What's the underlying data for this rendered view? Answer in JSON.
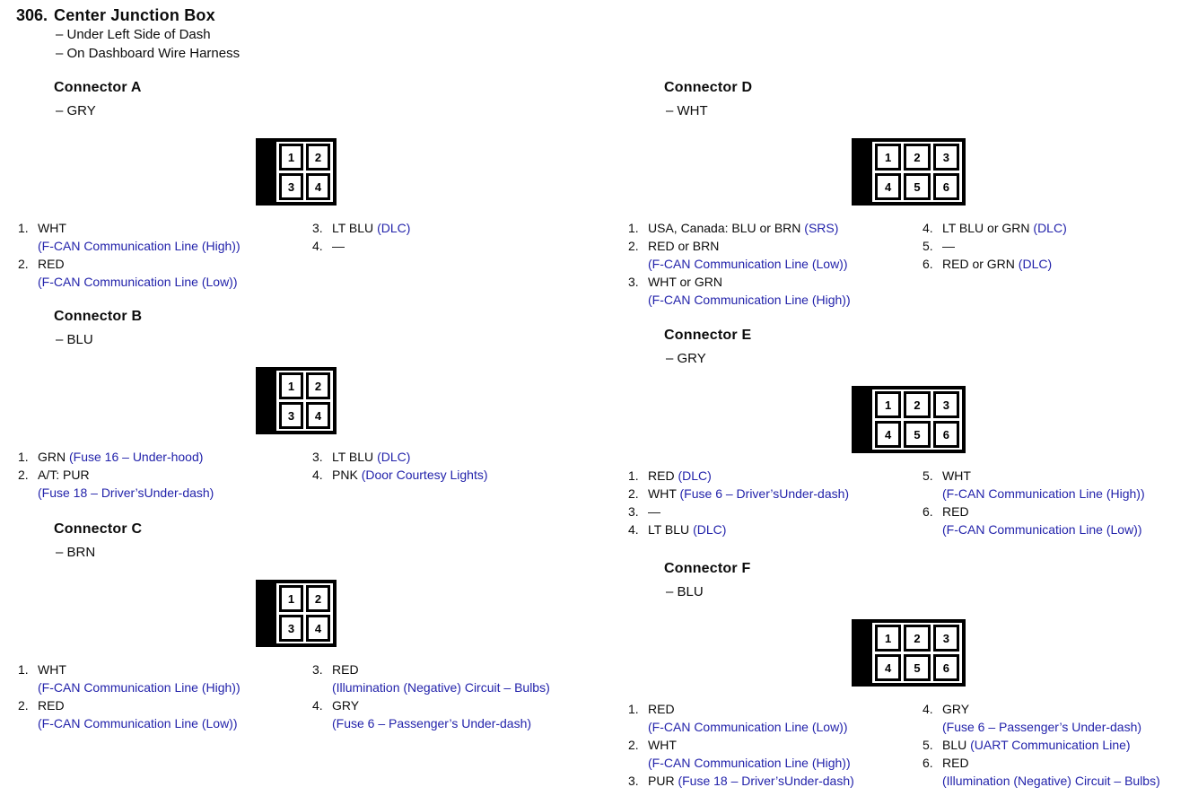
{
  "header": {
    "number": "306.",
    "title": "Center Junction Box",
    "subtitles": [
      "– Under Left Side of Dash",
      "– On Dashboard Wire Harness"
    ]
  },
  "colors": {
    "circuit_text_blue": "#2323ab",
    "body_text_black": "#0c0c0c",
    "page_background": "#ffffff"
  },
  "connectors": [
    {
      "id": "A",
      "column": "left",
      "title": "Connector A",
      "color_note": "– GRY",
      "grid": {
        "rows": [
          [
            "1",
            "2"
          ],
          [
            "3",
            "4"
          ]
        ]
      },
      "pin_columns": [
        [
          {
            "n": "1.",
            "parts": [
              [
                "WHT",
                "k"
              ]
            ],
            "sub": "(F-CAN Communication Line (High))"
          },
          {
            "n": "2.",
            "parts": [
              [
                "RED",
                "k"
              ]
            ],
            "sub": "(F-CAN Communication Line (Low))"
          }
        ],
        [
          {
            "n": "3.",
            "parts": [
              [
                "LT BLU ",
                "k"
              ],
              [
                "(DLC)",
                "b"
              ]
            ]
          },
          {
            "n": "4.",
            "parts": [
              [
                "—",
                "k"
              ]
            ]
          }
        ]
      ]
    },
    {
      "id": "B",
      "column": "left",
      "title": "Connector B",
      "color_note": "– BLU",
      "grid": {
        "rows": [
          [
            "1",
            "2"
          ],
          [
            "3",
            "4"
          ]
        ]
      },
      "pin_columns": [
        [
          {
            "n": "1.",
            "parts": [
              [
                "GRN ",
                "k"
              ],
              [
                "(Fuse 16 – Under-hood)",
                "b"
              ]
            ]
          },
          {
            "n": "2.",
            "parts": [
              [
                "A/T: PUR",
                "k"
              ]
            ],
            "sub": "(Fuse 18 – Driver’sUnder-dash)"
          }
        ],
        [
          {
            "n": "3.",
            "parts": [
              [
                "LT BLU ",
                "k"
              ],
              [
                "(DLC)",
                "b"
              ]
            ]
          },
          {
            "n": "4.",
            "parts": [
              [
                "PNK ",
                "k"
              ],
              [
                "(Door Courtesy Lights)",
                "b"
              ]
            ]
          }
        ]
      ]
    },
    {
      "id": "C",
      "column": "left",
      "title": "Connector C",
      "color_note": "– BRN",
      "grid": {
        "rows": [
          [
            "1",
            "2"
          ],
          [
            "3",
            "4"
          ]
        ]
      },
      "pin_columns": [
        [
          {
            "n": "1.",
            "parts": [
              [
                "WHT",
                "k"
              ]
            ],
            "sub": "(F-CAN Communication Line (High))"
          },
          {
            "n": "2.",
            "parts": [
              [
                "RED",
                "k"
              ]
            ],
            "sub": "(F-CAN Communication Line (Low))"
          }
        ],
        [
          {
            "n": "3.",
            "parts": [
              [
                "RED",
                "k"
              ]
            ],
            "sub": "(Illumination (Negative) Circuit – Bulbs)"
          },
          {
            "n": "4.",
            "parts": [
              [
                "GRY",
                "k"
              ]
            ],
            "sub": "(Fuse 6 – Passenger’s Under-dash)"
          }
        ]
      ]
    },
    {
      "id": "D",
      "column": "right",
      "title": "Connector D",
      "color_note": "– WHT",
      "grid": {
        "rows": [
          [
            "1",
            "2",
            "3"
          ],
          [
            "4",
            "5",
            "6"
          ]
        ]
      },
      "pin_columns": [
        [
          {
            "n": "1.",
            "parts": [
              [
                "USA, Canada: BLU or BRN ",
                "k"
              ],
              [
                "(SRS)",
                "b"
              ]
            ]
          },
          {
            "n": "2.",
            "parts": [
              [
                "RED or BRN",
                "k"
              ]
            ],
            "sub": "(F-CAN Communication Line (Low))"
          },
          {
            "n": "3.",
            "parts": [
              [
                "WHT or GRN",
                "k"
              ]
            ],
            "sub": "(F-CAN Communication Line (High))"
          }
        ],
        [
          {
            "n": "4.",
            "parts": [
              [
                "LT BLU or GRN ",
                "k"
              ],
              [
                "(DLC)",
                "b"
              ]
            ]
          },
          {
            "n": "5.",
            "parts": [
              [
                "—",
                "k"
              ]
            ]
          },
          {
            "n": "6.",
            "parts": [
              [
                "RED or GRN ",
                "k"
              ],
              [
                "(DLC)",
                "b"
              ]
            ]
          }
        ]
      ]
    },
    {
      "id": "E",
      "column": "right",
      "title": "Connector E",
      "color_note": "– GRY",
      "grid": {
        "rows": [
          [
            "1",
            "2",
            "3"
          ],
          [
            "4",
            "5",
            "6"
          ]
        ]
      },
      "pin_columns": [
        [
          {
            "n": "1.",
            "parts": [
              [
                "RED ",
                "k"
              ],
              [
                "(DLC)",
                "b"
              ]
            ]
          },
          {
            "n": "2.",
            "parts": [
              [
                "WHT ",
                "k"
              ],
              [
                "(Fuse 6 – Driver’sUnder-dash)",
                "b"
              ]
            ]
          },
          {
            "n": "3.",
            "parts": [
              [
                "—",
                "k"
              ]
            ]
          },
          {
            "n": "4.",
            "parts": [
              [
                "LT BLU ",
                "k"
              ],
              [
                "(DLC)",
                "b"
              ]
            ]
          }
        ],
        [
          {
            "n": "5.",
            "parts": [
              [
                "WHT",
                "k"
              ]
            ],
            "sub": "(F-CAN Communication Line (High))"
          },
          {
            "n": "6.",
            "parts": [
              [
                "RED",
                "k"
              ]
            ],
            "sub": "(F-CAN Communication Line (Low))"
          }
        ]
      ]
    },
    {
      "id": "F",
      "column": "right",
      "title": "Connector F",
      "color_note": "– BLU",
      "grid": {
        "rows": [
          [
            "1",
            "2",
            "3"
          ],
          [
            "4",
            "5",
            "6"
          ]
        ]
      },
      "pin_columns": [
        [
          {
            "n": "1.",
            "parts": [
              [
                "RED",
                "k"
              ]
            ],
            "sub": "(F-CAN Communication Line (Low))"
          },
          {
            "n": "2.",
            "parts": [
              [
                "WHT",
                "k"
              ]
            ],
            "sub": "(F-CAN Communication Line (High))"
          },
          {
            "n": "3.",
            "parts": [
              [
                "PUR ",
                "k"
              ],
              [
                "(Fuse 18 – Driver’sUnder-dash)",
                "b"
              ]
            ]
          }
        ],
        [
          {
            "n": "4.",
            "parts": [
              [
                "GRY",
                "k"
              ]
            ],
            "sub": "(Fuse 6 – Passenger’s Under-dash)"
          },
          {
            "n": "5.",
            "parts": [
              [
                "BLU ",
                "k"
              ],
              [
                "(UART Communication Line)",
                "b"
              ]
            ]
          },
          {
            "n": "6.",
            "parts": [
              [
                "RED",
                "k"
              ]
            ],
            "sub": "(Illumination (Negative) Circuit – Bulbs)"
          }
        ]
      ]
    }
  ]
}
